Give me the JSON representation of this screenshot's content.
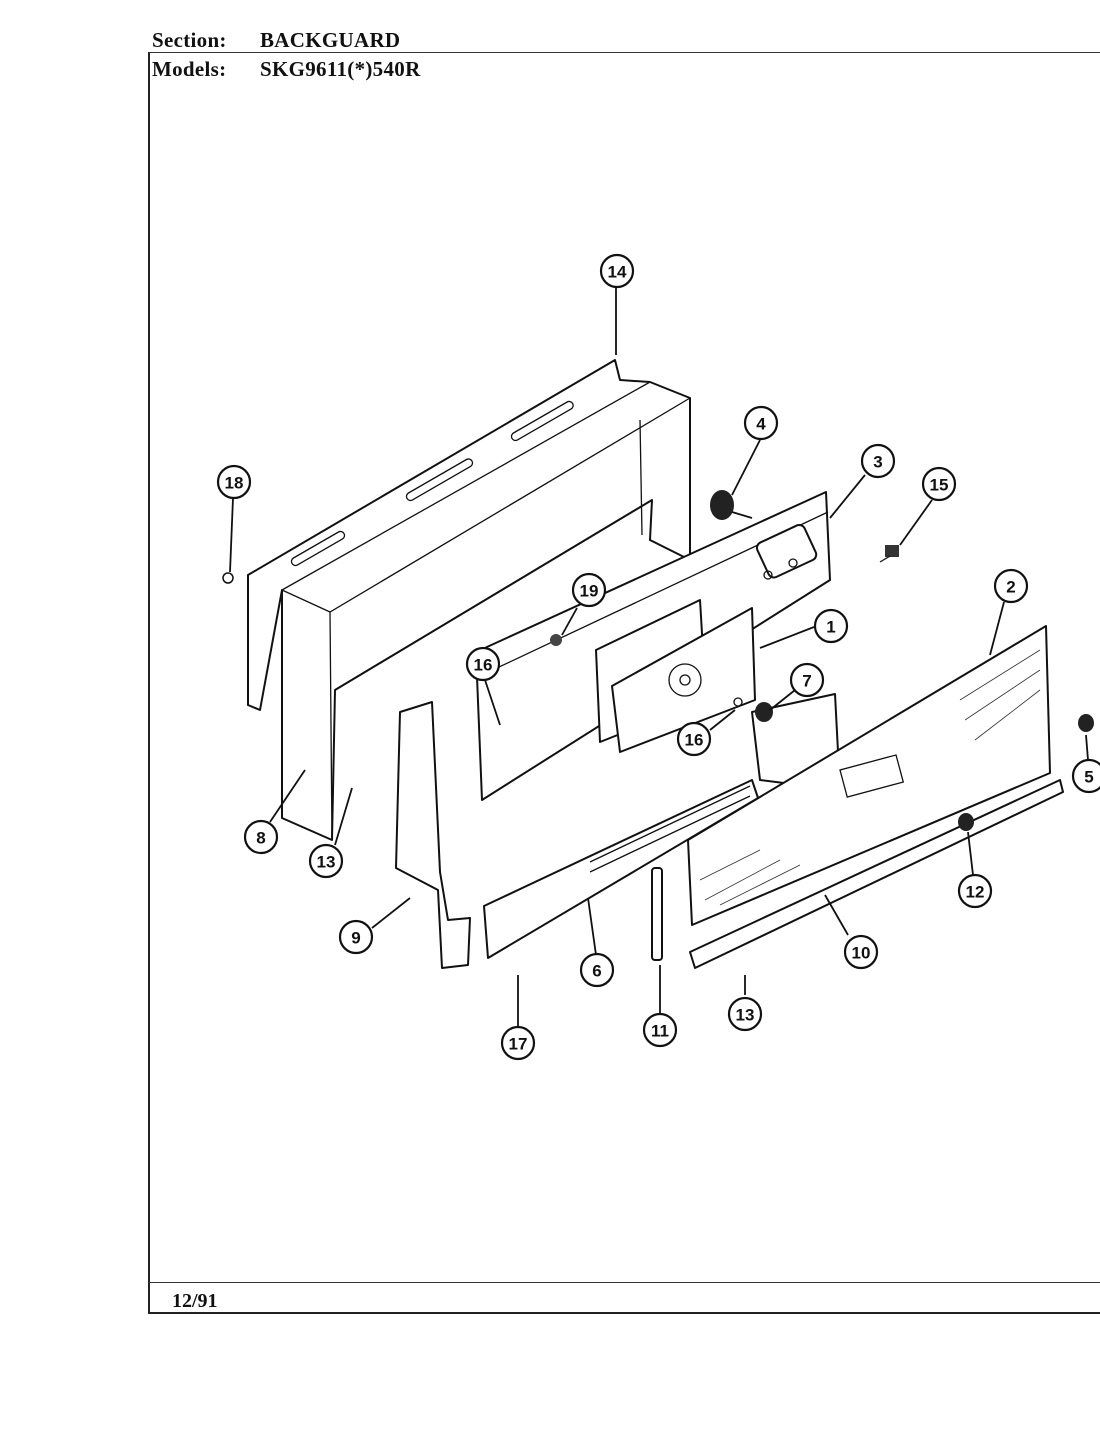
{
  "header": {
    "section_label": "Section:",
    "section_value": "BACKGUARD",
    "models_label": "Models:",
    "models_value": "SKG9611(*)540R"
  },
  "footer": {
    "date": "12/91"
  },
  "callouts": [
    "14",
    "4",
    "3",
    "15",
    "18",
    "19",
    "1",
    "2",
    "16",
    "7",
    "16",
    "5",
    "8",
    "13",
    "12",
    "9",
    "6",
    "10",
    "17",
    "11",
    "13"
  ]
}
